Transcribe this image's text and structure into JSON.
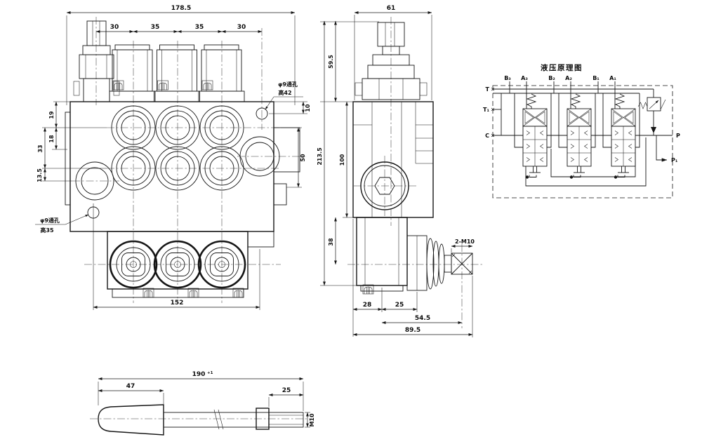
{
  "front_view": {
    "dim_total_width": "178.5",
    "dim_seg_1": "30",
    "dim_seg_2": "35",
    "dim_seg_3": "35",
    "dim_seg_4": "30",
    "dim_left_1": "19",
    "dim_left_2": "18",
    "dim_left_3": "33",
    "dim_left_4": "13.5",
    "dim_right_1": "10",
    "dim_right_2": "50",
    "dim_bottom": "152",
    "note_top_hole": "φ9通孔",
    "note_top_height": "高42",
    "note_bottom_hole": "φ9通孔",
    "note_bottom_height": "高35"
  },
  "side_view": {
    "dim_top": "61",
    "dim_left_1": "59.5",
    "dim_left_2": "213.5",
    "dim_left_3": "100",
    "dim_left_4": "38",
    "dim_bottom_1": "28",
    "dim_bottom_2": "25",
    "dim_bottom_3": "54.5",
    "dim_bottom_4": "89.5",
    "note_thread": "2-M10"
  },
  "schematic": {
    "title": "液压原理图",
    "port_b3": "B₃",
    "port_a3": "A₃",
    "port_b2": "B₂",
    "port_a2": "A₂",
    "port_b1": "B₁",
    "port_a1": "A₁",
    "port_t": "T",
    "port_t1": "T₁",
    "port_c": "C",
    "port_p": "P",
    "port_p1": "P₁"
  },
  "handle_view": {
    "dim_total": "190",
    "dim_total_tolerance": "+1",
    "dim_grip": "47",
    "dim_thread": "25",
    "dim_thread_spec": "M10"
  }
}
